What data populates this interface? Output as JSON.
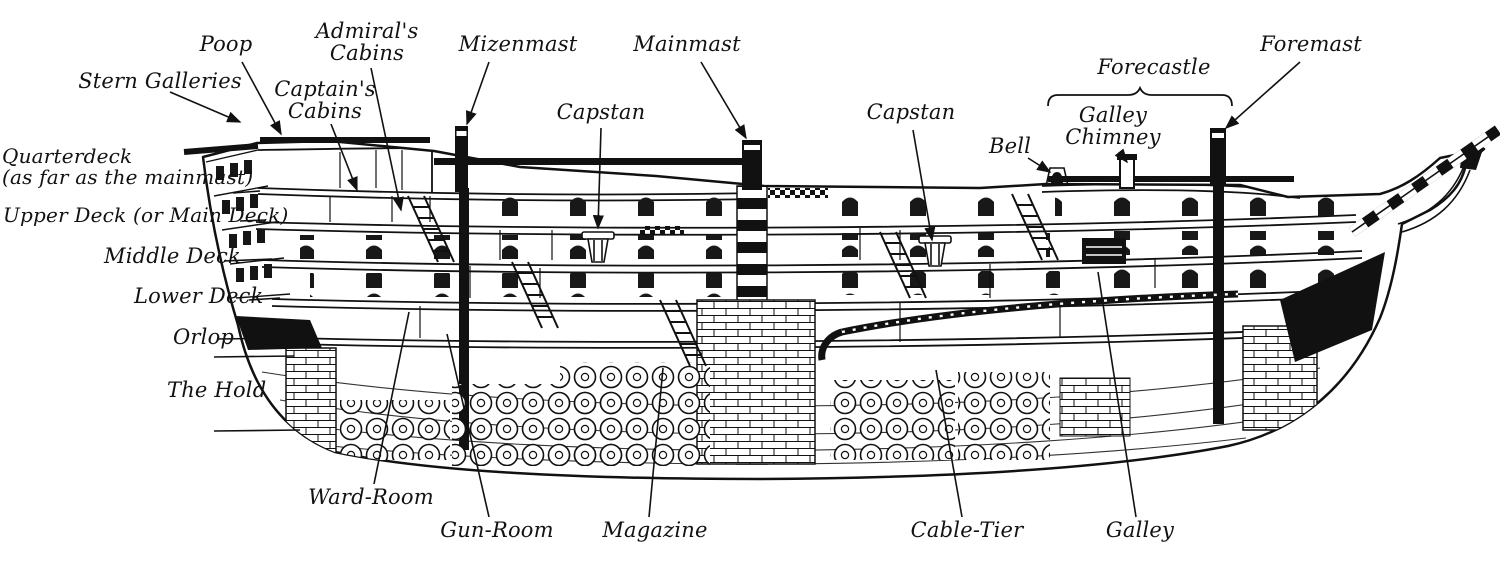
{
  "colors": {
    "ink": "#111111",
    "paper": "#ffffff"
  },
  "labels": {
    "poop": "Poop",
    "stern_galleries": "Stern Galleries",
    "admirals_cabins": "Admiral's\nCabins",
    "captains_cabins": "Captain's\nCabins",
    "mizenmast": "Mizenmast",
    "capstan_aft": "Capstan",
    "mainmast": "Mainmast",
    "capstan_fore": "Capstan",
    "bell": "Bell",
    "galley_chimney": "Galley\nChimney",
    "forecastle": "Forecastle",
    "foremast": "Foremast",
    "quarterdeck": "Quarterdeck\n(as far as the mainmast)",
    "upper_deck": "Upper Deck (or Main Deck)",
    "middle_deck": "Middle Deck",
    "lower_deck": "Lower Deck",
    "orlop": "Orlop",
    "the_hold": "The Hold",
    "ward_room": "Ward-Room",
    "gun_room": "Gun-Room",
    "magazine": "Magazine",
    "cable_tier": "Cable-Tier",
    "galley": "Galley"
  }
}
